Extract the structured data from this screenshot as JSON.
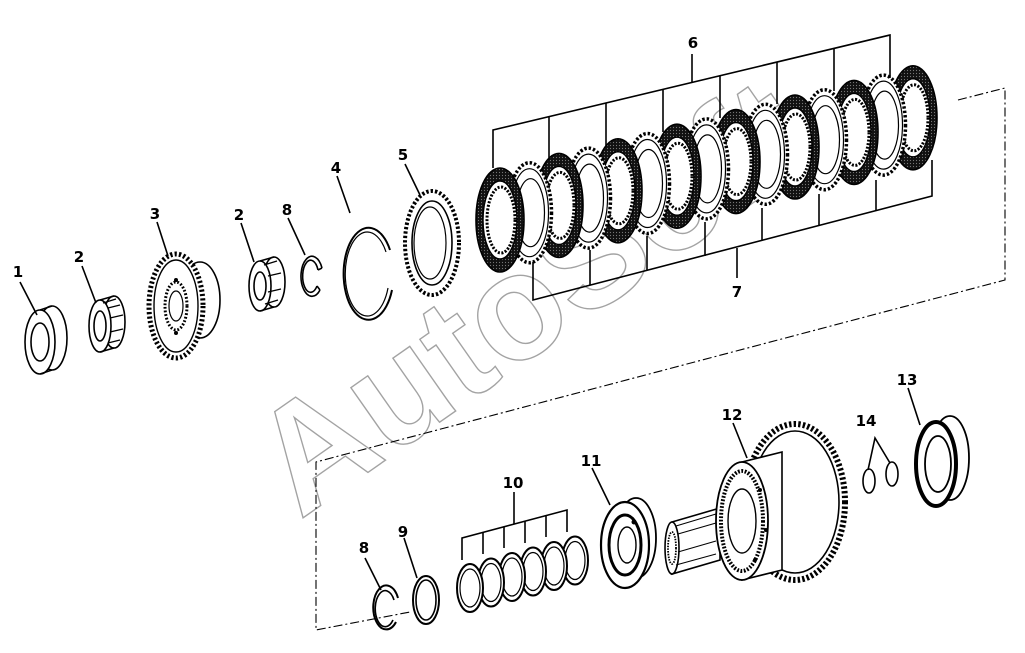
{
  "watermark": "AutoSoft",
  "callouts": [
    {
      "id": "callout-1",
      "label": "1"
    },
    {
      "id": "callout-2a",
      "label": "2"
    },
    {
      "id": "callout-3",
      "label": "3"
    },
    {
      "id": "callout-2b",
      "label": "2"
    },
    {
      "id": "callout-8a",
      "label": "8"
    },
    {
      "id": "callout-4",
      "label": "4"
    },
    {
      "id": "callout-5",
      "label": "5"
    },
    {
      "id": "callout-6",
      "label": "6"
    },
    {
      "id": "callout-7",
      "label": "7"
    },
    {
      "id": "callout-8b",
      "label": "8"
    },
    {
      "id": "callout-9",
      "label": "9"
    },
    {
      "id": "callout-10",
      "label": "10"
    },
    {
      "id": "callout-11",
      "label": "11"
    },
    {
      "id": "callout-12",
      "label": "12"
    },
    {
      "id": "callout-13",
      "label": "13"
    },
    {
      "id": "callout-14",
      "label": "14"
    }
  ]
}
